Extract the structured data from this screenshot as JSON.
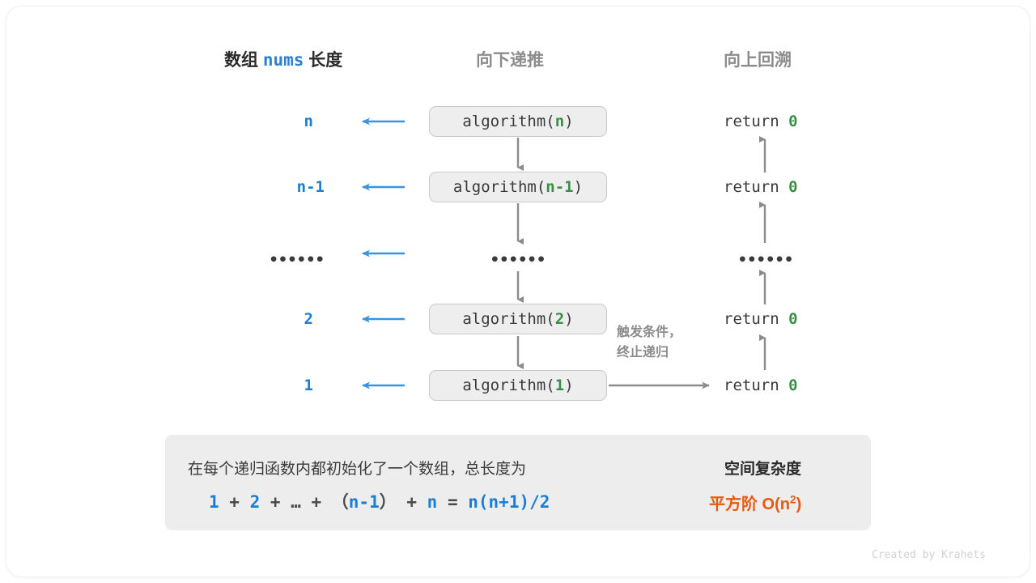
{
  "headers": {
    "left_prefix": "数组",
    "left_mono": "nums",
    "left_suffix": "长度",
    "middle": "向下递推",
    "right": "向上回溯"
  },
  "rows": [
    {
      "size": "n",
      "call_prefix": "algorithm(",
      "call_arg": "n",
      "call_suffix": ")",
      "ret_text": "return ",
      "ret_value": "0"
    },
    {
      "size": "n-1",
      "call_prefix": "algorithm(",
      "call_arg": "n-1",
      "call_suffix": ")",
      "ret_text": "return ",
      "ret_value": "0"
    },
    {
      "size": "••••••",
      "call_prefix": "",
      "call_arg": "••••••",
      "call_suffix": "",
      "ret_text": "",
      "ret_value": "••••••"
    },
    {
      "size": "2",
      "call_prefix": "algorithm(",
      "call_arg": "2",
      "call_suffix": ")",
      "ret_text": "return ",
      "ret_value": "0"
    },
    {
      "size": "1",
      "call_prefix": "algorithm(",
      "call_arg": "1",
      "call_suffix": ")",
      "ret_text": "return ",
      "ret_value": "0"
    }
  ],
  "trigger_note": {
    "line1": "触发条件，",
    "line2": "终止递归"
  },
  "summary": {
    "description": "在每个递归函数内都初始化了一个数组，总长度为",
    "formula_parts": [
      {
        "t": "1",
        "k": "b"
      },
      {
        "t": " + ",
        "k": "op"
      },
      {
        "t": "2",
        "k": "b"
      },
      {
        "t": " + ",
        "k": "op"
      },
      {
        "t": "…",
        "k": "op"
      },
      {
        "t": " + ",
        "k": "op"
      },
      {
        "t": "（",
        "k": "op"
      },
      {
        "t": "n-1",
        "k": "b"
      },
      {
        "t": "）",
        "k": "op"
      },
      {
        "t": " + ",
        "k": "op"
      },
      {
        "t": "n",
        "k": "b"
      },
      {
        "t": " = ",
        "k": "op"
      },
      {
        "t": "n(n+1)/2",
        "k": "b"
      }
    ],
    "result_title": "空间复杂度",
    "result_prefix": "平方阶  O(n",
    "result_sup": "2",
    "result_suffix": ")"
  },
  "credit": "Created by Krahets",
  "colors": {
    "blue": "#1a7fd4",
    "green": "#3a8f47",
    "grey": "#8c8c8c",
    "orange": "#e8590c",
    "box_fill": "#eeeeee",
    "box_border": "#c9c9c9",
    "panel_fill": "#ededed"
  }
}
